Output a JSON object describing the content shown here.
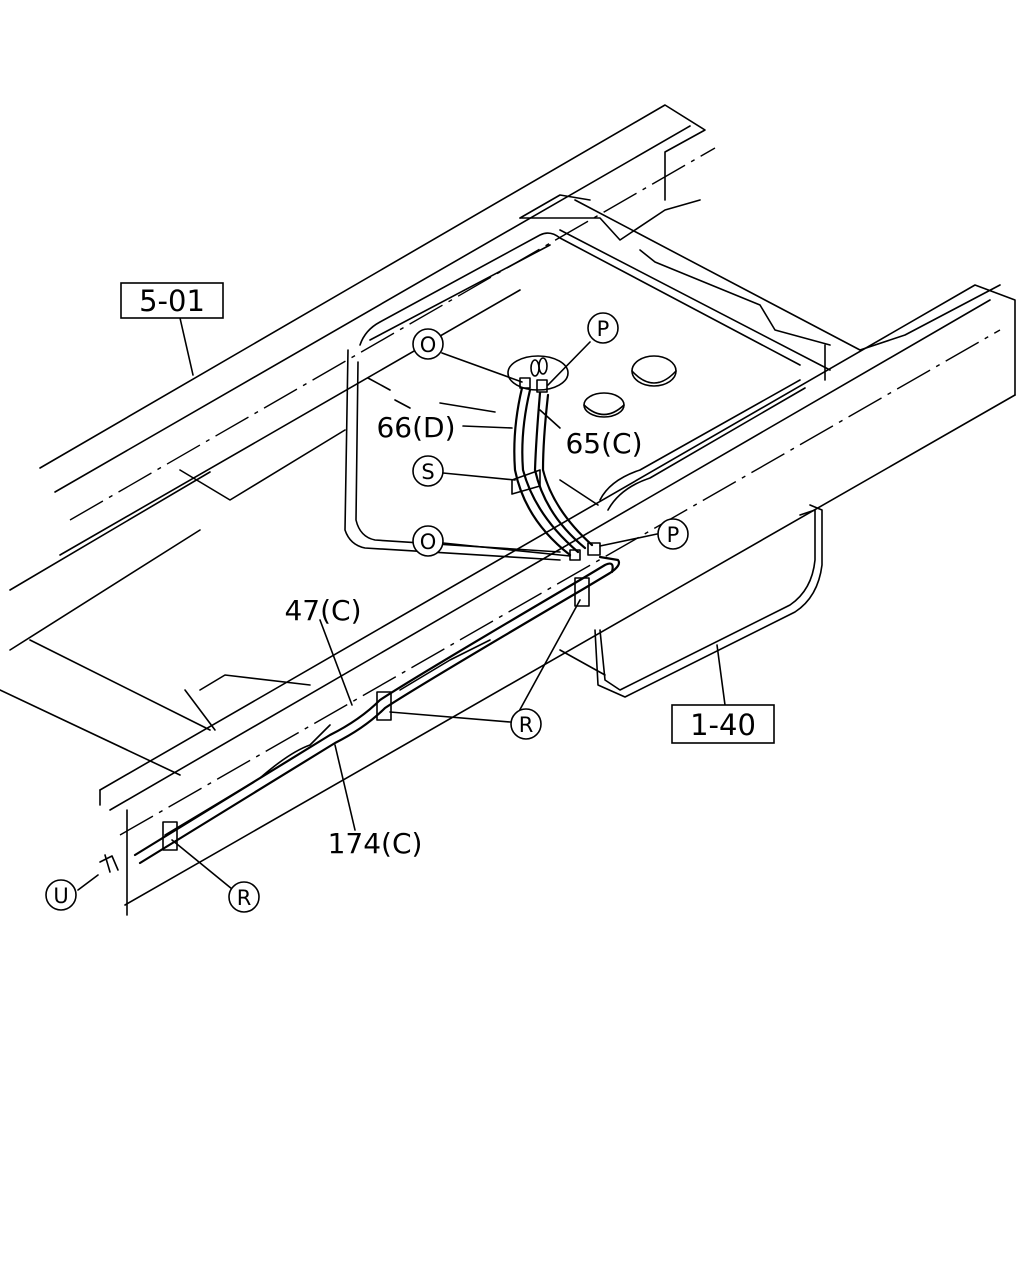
{
  "references": [
    {
      "id": "ref-5-01",
      "text": "5-01"
    },
    {
      "id": "ref-1-40",
      "text": "1-40"
    }
  ],
  "part_labels": [
    {
      "id": "part-66d",
      "text": "66(D)"
    },
    {
      "id": "part-65c",
      "text": "65(C)"
    },
    {
      "id": "part-47c",
      "text": "47(C)"
    },
    {
      "id": "part-174c",
      "text": "174(C)"
    }
  ],
  "callouts": [
    {
      "id": "callout-o-upper",
      "text": "O"
    },
    {
      "id": "callout-p-upper",
      "text": "P"
    },
    {
      "id": "callout-s",
      "text": "S"
    },
    {
      "id": "callout-o-lower",
      "text": "O"
    },
    {
      "id": "callout-p-lower",
      "text": "P"
    },
    {
      "id": "callout-r-middle",
      "text": "R"
    },
    {
      "id": "callout-r-left",
      "text": "R"
    },
    {
      "id": "callout-u",
      "text": "U"
    }
  ]
}
